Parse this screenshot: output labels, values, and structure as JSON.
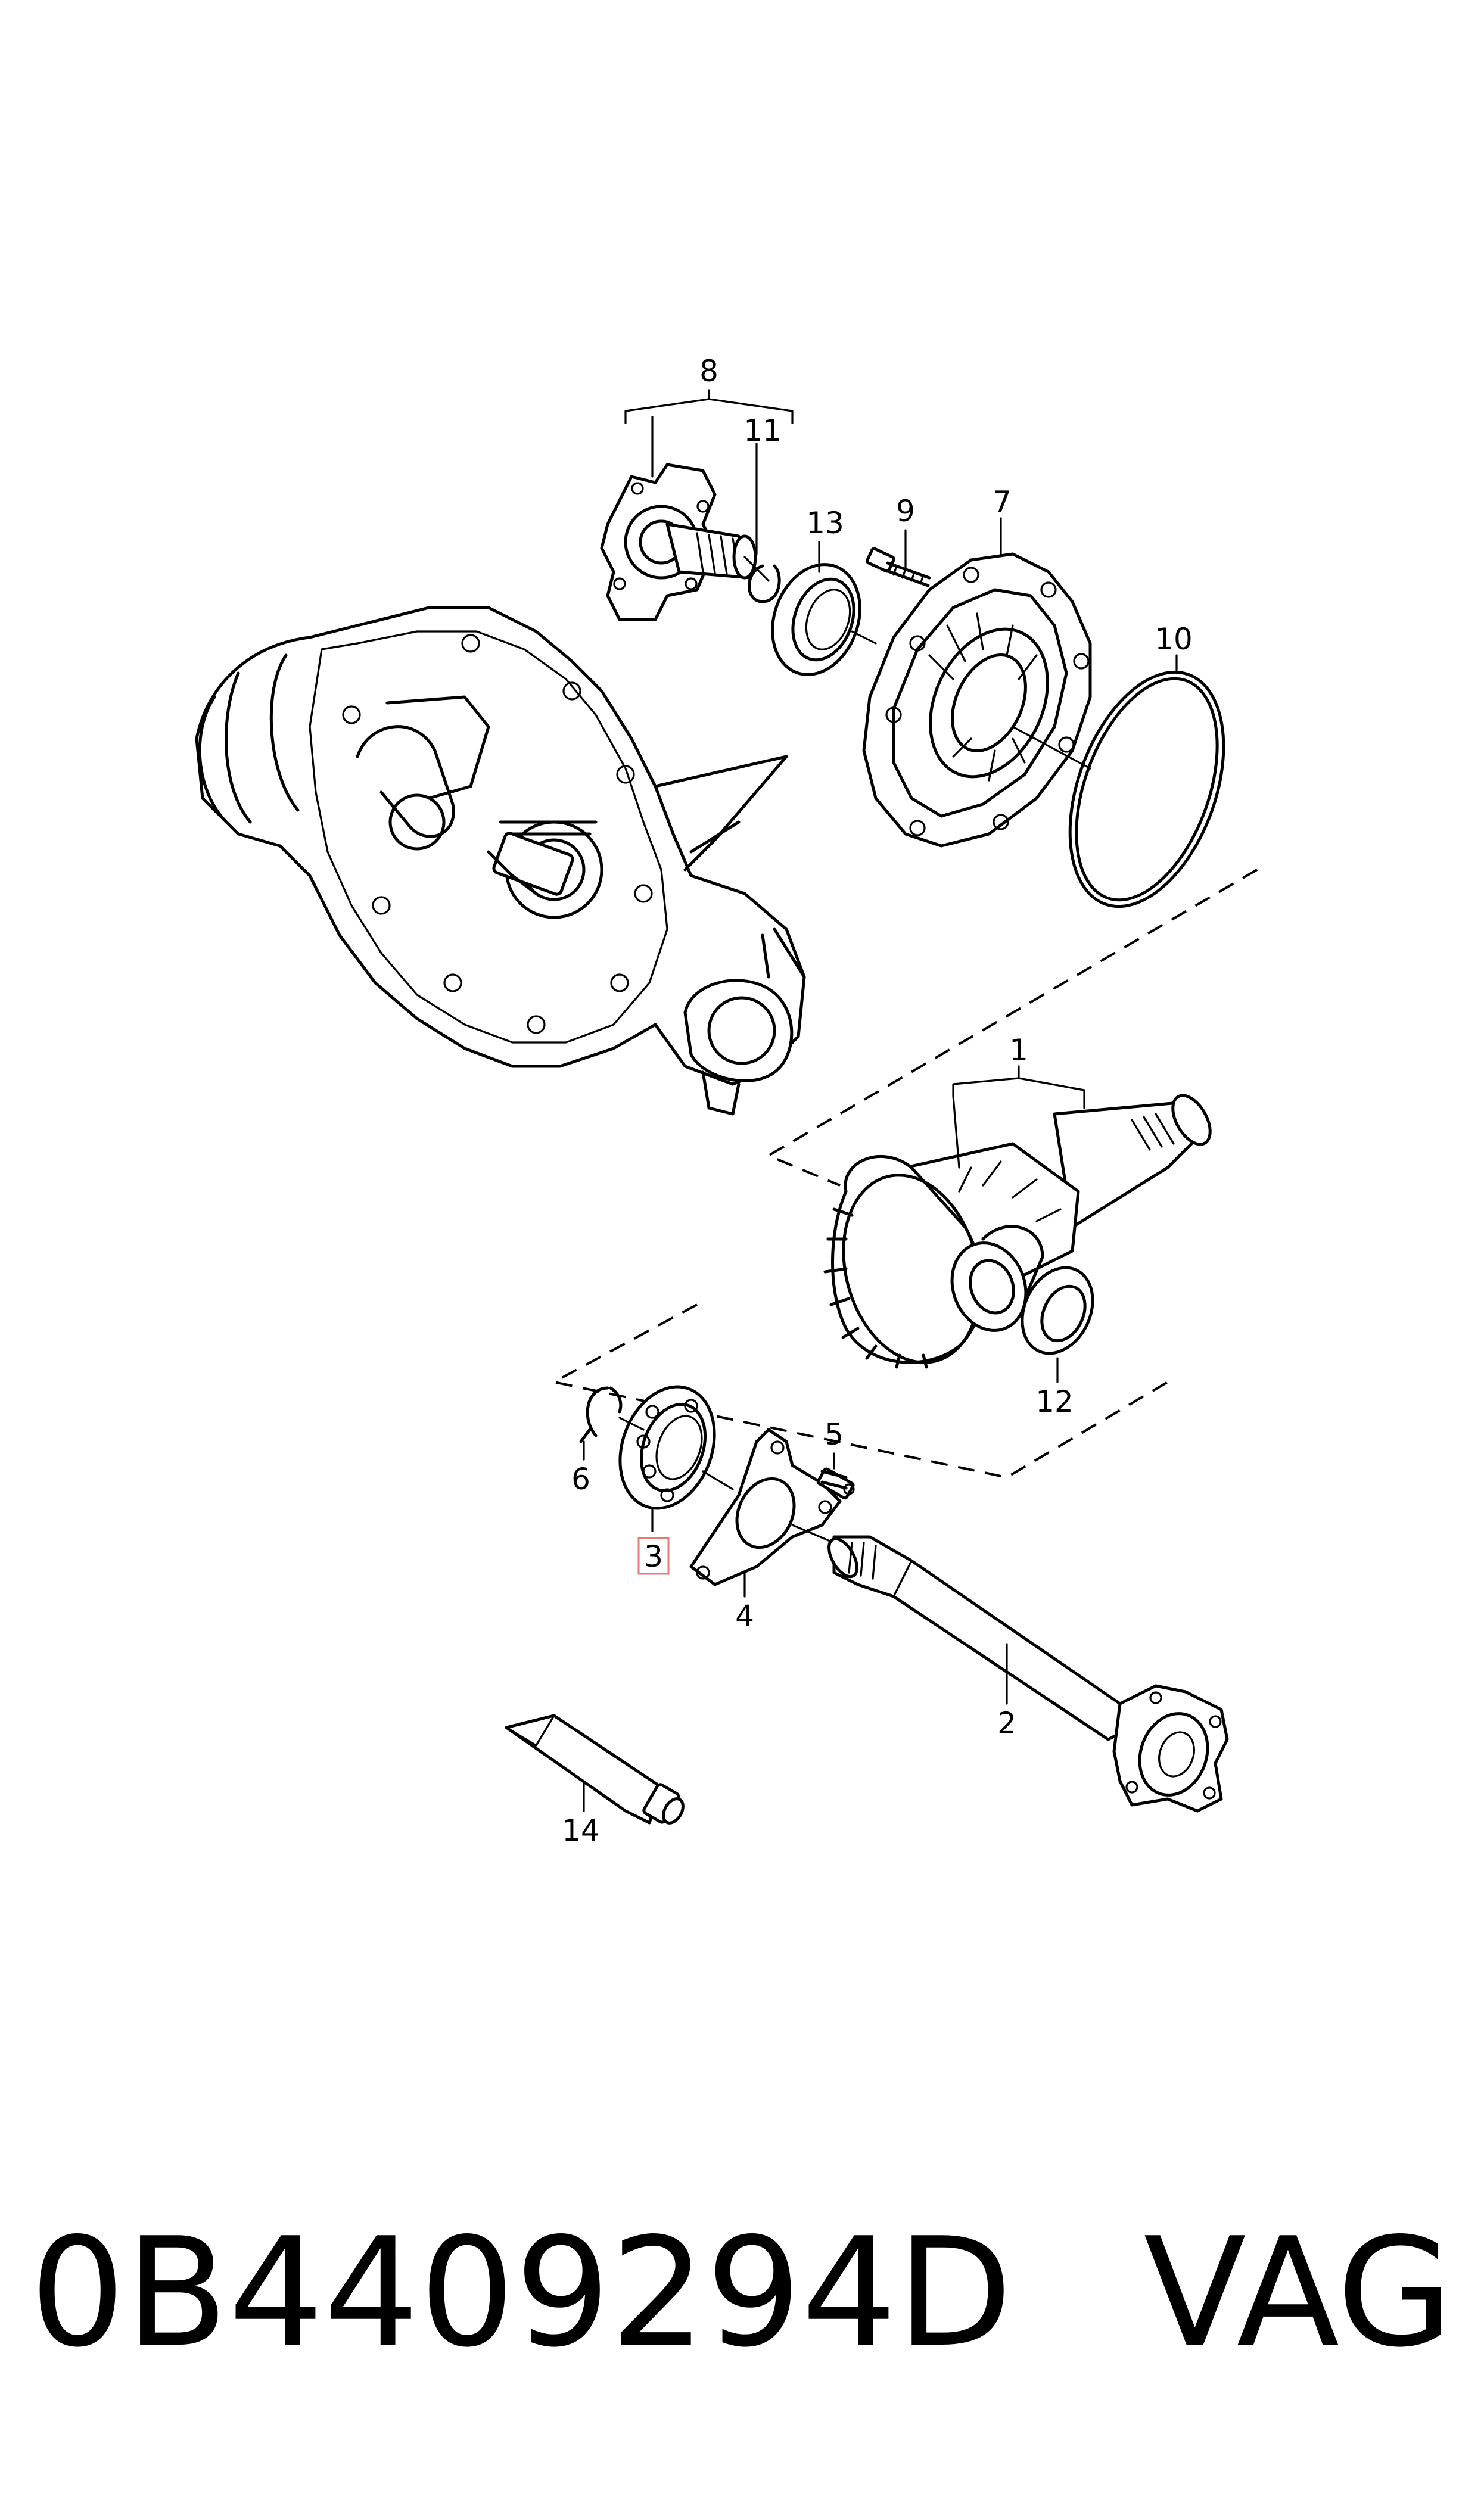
{
  "callouts": {
    "c1": "1",
    "c2": "2",
    "c3": "3",
    "c4": "4",
    "c5": "5",
    "c6": "6",
    "c7": "7",
    "c8": "8",
    "c9": "9",
    "c10": "10",
    "c11": "11",
    "c12": "12",
    "c13": "13",
    "c14": "14"
  },
  "highlight": {
    "callout": "3",
    "color": "#e87a7a"
  },
  "footer": {
    "part_number": "0B4409294D",
    "brand": "VAG"
  }
}
